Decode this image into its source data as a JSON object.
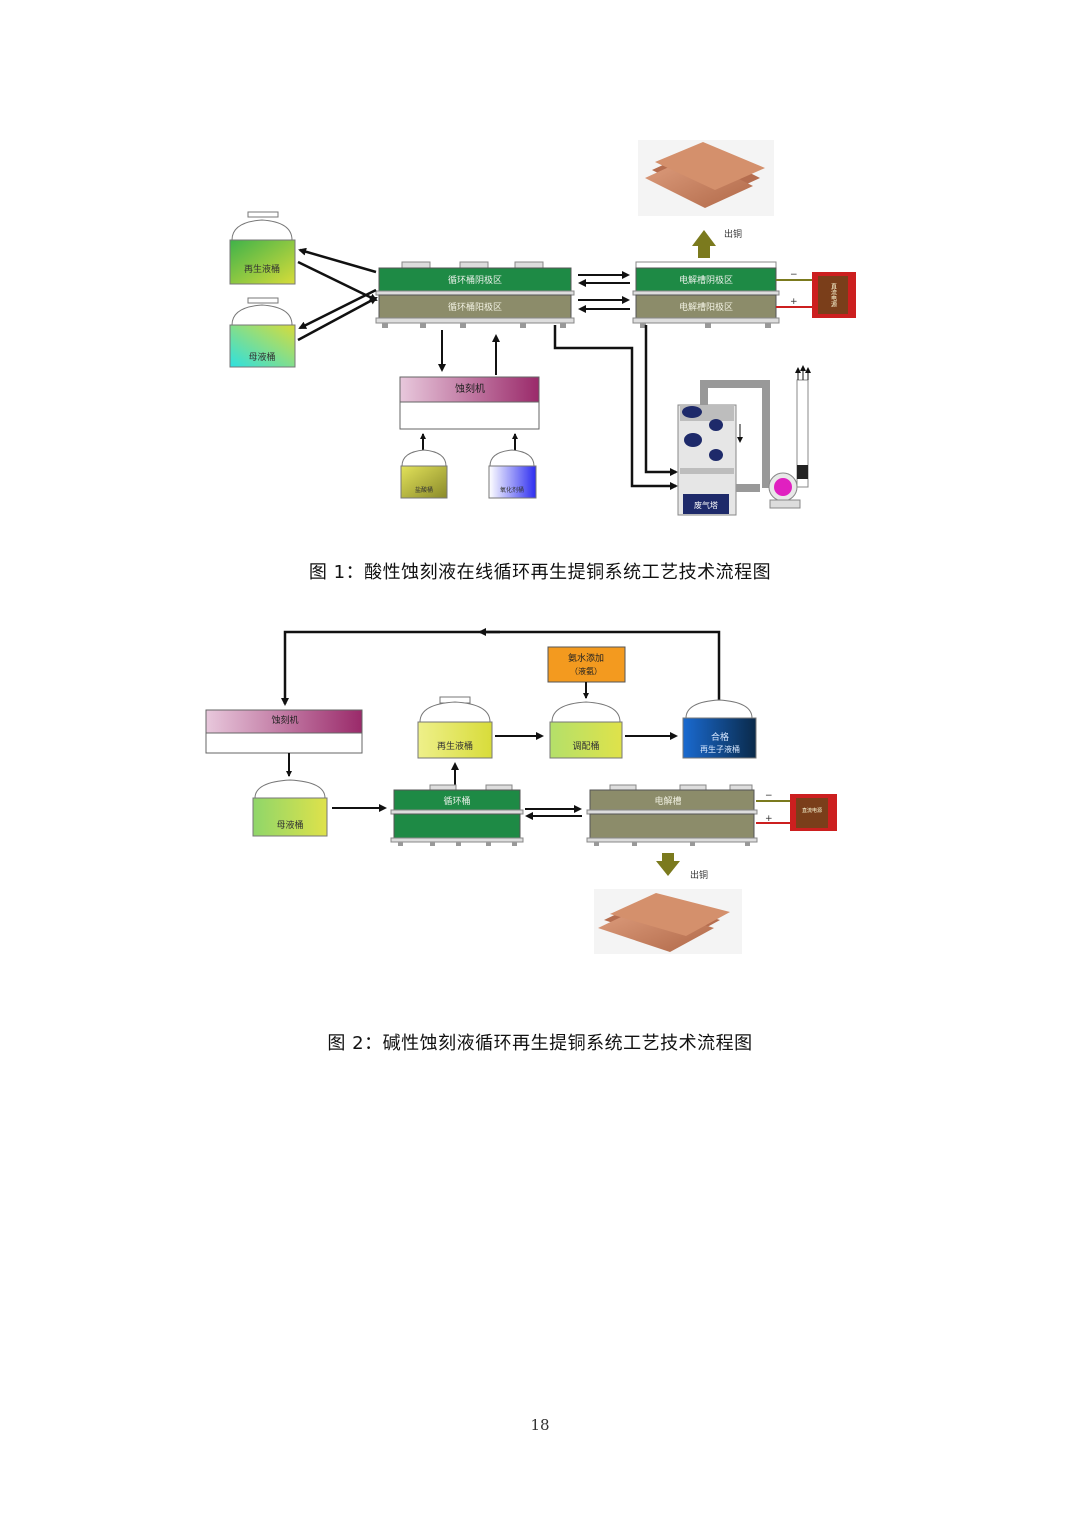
{
  "figure1": {
    "caption": "图 1：酸性蚀刻液在线循环再生提铜系统工艺技术流程图",
    "tanks": {
      "regen": "再生液桶",
      "mother": "母液桶",
      "acid": "盐酸桶",
      "oxidant": "氧化剂桶"
    },
    "circ_cathode": "循环桶阴极区",
    "circ_anode": "循环桶阳极区",
    "elec_cathode": "电解槽阴极区",
    "elec_anode": "电解槽阳极区",
    "etcher": "蚀刻机",
    "copper_out": "出铜",
    "power": "直流电源",
    "scrubber": "废气塔",
    "minus": "−",
    "plus": "+"
  },
  "figure2": {
    "caption": "图 2：碱性蚀刻液循环再生提铜系统工艺技术流程图",
    "etcher": "蚀刻机",
    "mother": "母液桶",
    "regen": "再生液桶",
    "mix": "调配桶",
    "qualified_1": "合格",
    "qualified_2": "再生子液桶",
    "ammonia_1": "氨水添加",
    "ammonia_2": "（液氨）",
    "circ": "循环桶",
    "elec": "电解槽",
    "copper_out": "出铜",
    "power": "直流电源",
    "minus": "−",
    "plus": "+"
  },
  "page_number": "18",
  "colors": {
    "green": "#1e8a45",
    "olive": "#8c8c6a",
    "power_red": "#cc1f1f",
    "power_brown": "#7a3e1a",
    "copper": "#c9805e",
    "orange": "#f39a1f"
  }
}
